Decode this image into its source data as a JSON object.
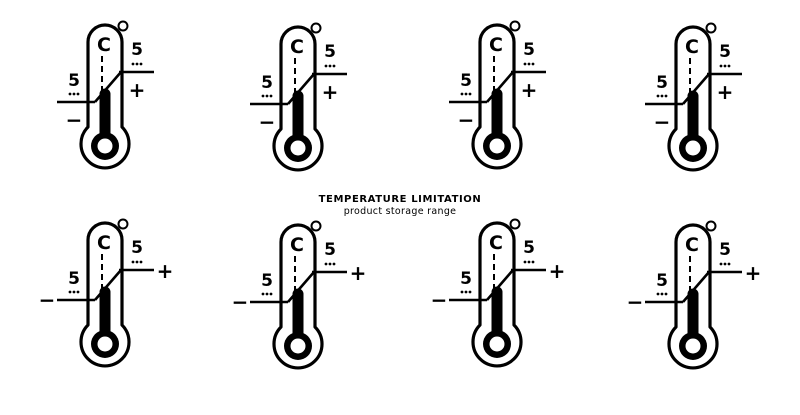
{
  "caption": {
    "title": "TEMPERATURE LIMITATION",
    "subtitle": "product storage range"
  },
  "icon": {
    "unit_letter": "C",
    "low_value": "5",
    "high_value": "5",
    "minus_sign": "−",
    "plus_sign": "+",
    "stroke_color": "#000000",
    "background_color": "#ffffff",
    "variants": [
      {
        "name": "thermometer-icon-1",
        "style": "stacked-signs"
      },
      {
        "name": "thermometer-icon-2",
        "style": "stacked-signs"
      },
      {
        "name": "thermometer-icon-3",
        "style": "stacked-signs"
      },
      {
        "name": "thermometer-icon-4",
        "style": "stacked-signs"
      },
      {
        "name": "thermometer-icon-5",
        "style": "side-signs"
      },
      {
        "name": "thermometer-icon-6",
        "style": "side-signs"
      },
      {
        "name": "thermometer-icon-7",
        "style": "side-signs"
      },
      {
        "name": "thermometer-icon-8",
        "style": "side-signs"
      }
    ]
  }
}
